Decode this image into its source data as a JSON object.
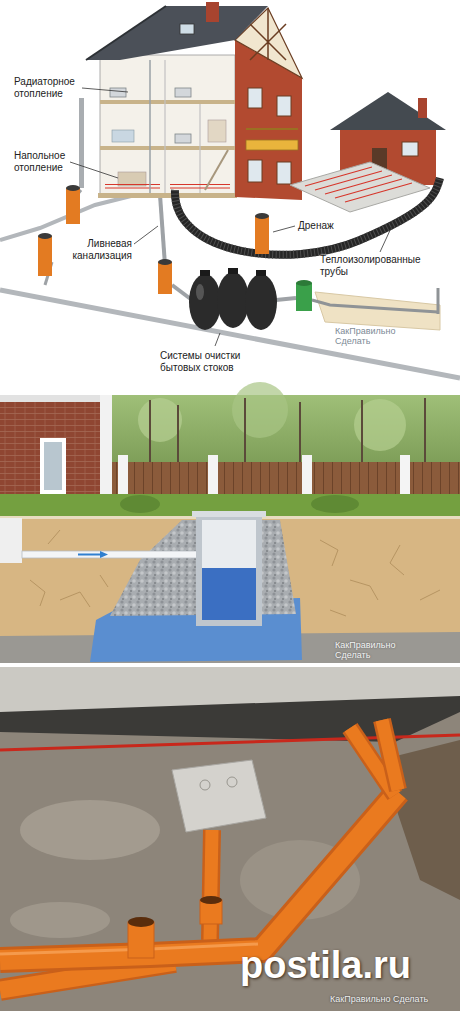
{
  "diagram": {
    "labels": [
      "Радиаторное отопление",
      "Напольное отопление",
      "Ливневая канализация",
      "Дренаж",
      "Теплоизолированные трубы",
      "Системы очистки бытовых стоков",
      "КакПравильно Сделать",
      "КакПравильно Сделать",
      "КакПравильно Сделать",
      "postila.ru"
    ]
  }
}
